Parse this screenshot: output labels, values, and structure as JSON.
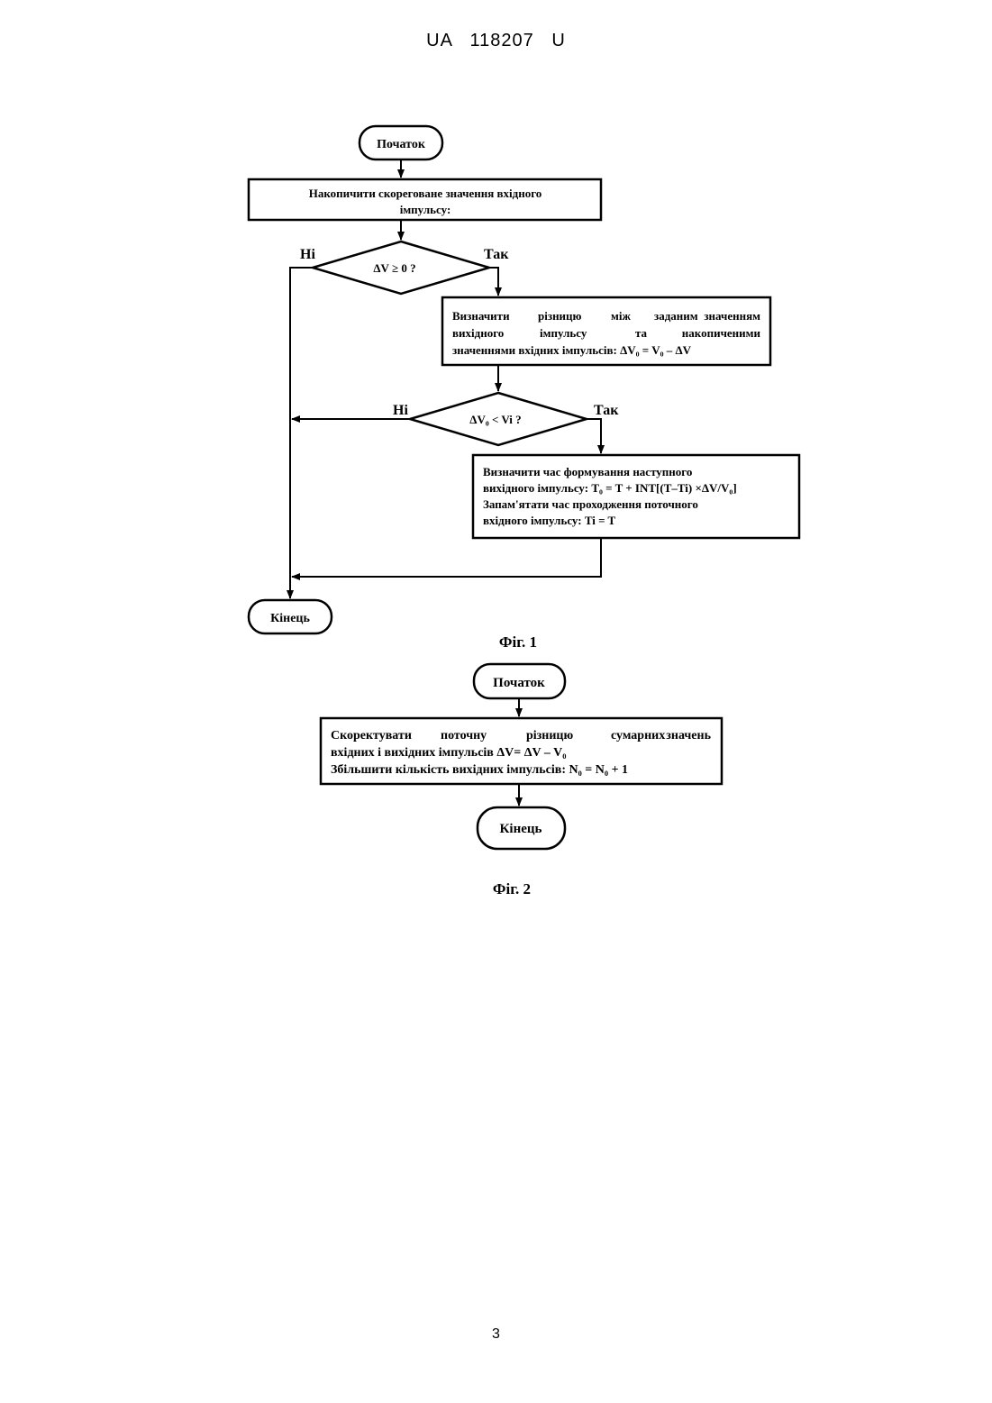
{
  "header": {
    "doc_number": "UA   118207   U"
  },
  "page_number": "3",
  "fig1": {
    "start": "Початок",
    "step1_line1": "Накопичити скореговане значення вхідного",
    "step1_line2": "імпульсу:",
    "dec1_label": "ΔV ≥ 0 ?",
    "dec1_no": "Ні",
    "dec1_yes": "Так",
    "step2_line1": [
      "Визначити",
      "різницю",
      "між",
      "заданим",
      "значенням"
    ],
    "step2_line2": [
      "вихідного",
      "імпульсу",
      "та",
      "накопиченими"
    ],
    "step2_line3": "значеннями вхідних імпульсів: ΔV₀ = V₀ – ΔV",
    "dec2_label": "ΔV₀ < Vi  ?",
    "dec2_no": "Ні",
    "dec2_yes": "Так",
    "step3_line1": "Визначити час формування наступного",
    "step3_line2": "вихідного імпульсу: T₀ = T + INT[(T–Ti) ×ΔV/V₀]",
    "step3_line3": "Запам'ятати час проходження поточного",
    "step3_line4": "вхідного імпульсу: Ti = T",
    "end": "Кінець",
    "caption": "Фіг. 1"
  },
  "fig2": {
    "start": "Початок",
    "step_line1": [
      "Скоректувати",
      "поточну",
      "різницю",
      "сумарних",
      "значень"
    ],
    "step_line2": "вхідних і вихідних імпульсів ΔV= ΔV – V₀",
    "step_line3": "Збільшити кількість вихідних імпульсів: N₀ = N₀ + 1",
    "end": "Кінець",
    "caption": "Фіг. 2"
  }
}
